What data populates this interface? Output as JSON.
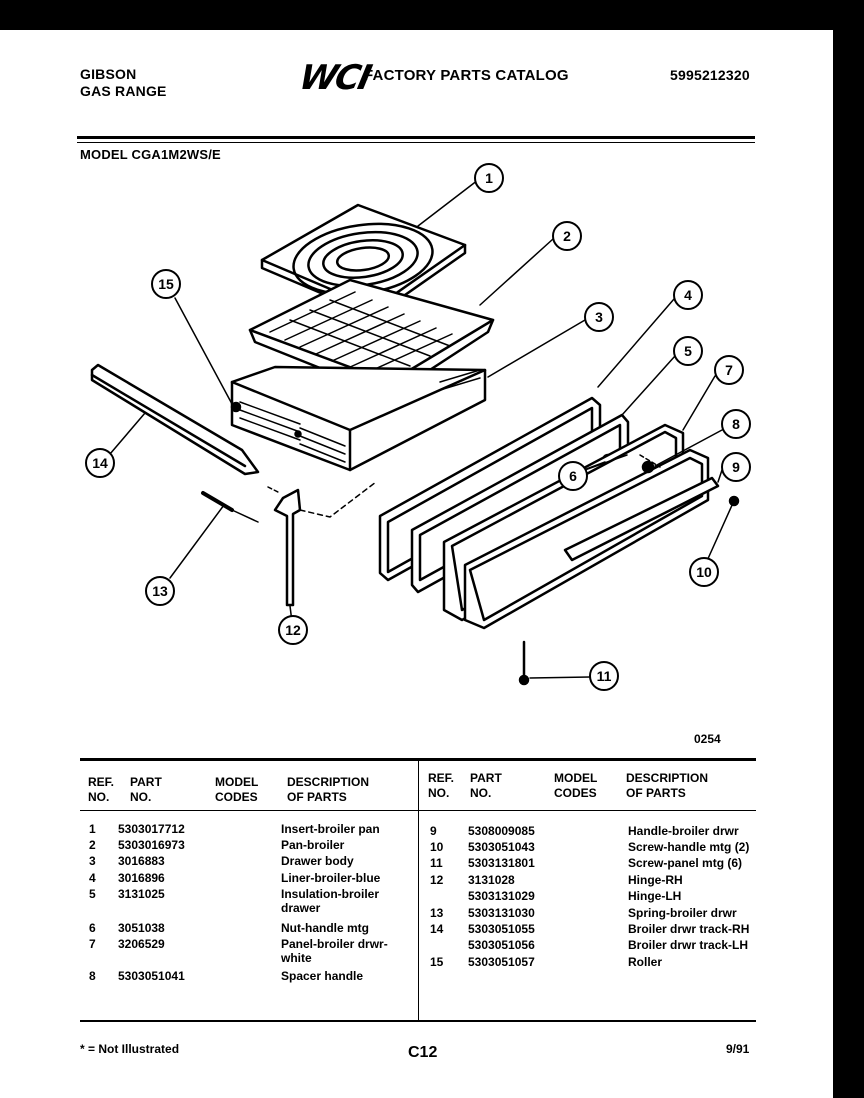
{
  "header": {
    "brand_line1": "GIBSON",
    "brand_line2": "GAS RANGE",
    "logo": "WCI",
    "catalog_title": "FACTORY PARTS CATALOG",
    "catalog_number": "5995212320",
    "model": "MODEL CGA1M2WS/E"
  },
  "diagram": {
    "callouts": [
      "1",
      "2",
      "3",
      "4",
      "5",
      "6",
      "7",
      "8",
      "9",
      "10",
      "11",
      "12",
      "13",
      "14",
      "15"
    ],
    "figure_number": "0254"
  },
  "table": {
    "headers": {
      "ref": "REF.\nNO.",
      "part": "PART\nNO.",
      "model": "MODEL\nCODES",
      "desc": "DESCRIPTION\nOF PARTS"
    },
    "left_rows": [
      {
        "ref": "1",
        "part": "5303017712",
        "desc": "Insert-broiler pan"
      },
      {
        "ref": "2",
        "part": "5303016973",
        "desc": "Pan-broiler"
      },
      {
        "ref": "3",
        "part": "3016883",
        "desc": "Drawer body"
      },
      {
        "ref": "4",
        "part": "3016896",
        "desc": "Liner-broiler-blue"
      },
      {
        "ref": "5",
        "part": "3131025",
        "desc": "Insulation-broiler\ndrawer"
      },
      {
        "ref": "6",
        "part": "3051038",
        "desc": "Nut-handle mtg"
      },
      {
        "ref": "7",
        "part": "3206529",
        "desc": "Panel-broiler drwr-\nwhite"
      },
      {
        "ref": "8",
        "part": "5303051041",
        "desc": "Spacer handle"
      }
    ],
    "right_rows": [
      {
        "ref": "9",
        "part": "5308009085",
        "desc": "Handle-broiler drwr"
      },
      {
        "ref": "10",
        "part": "5303051043",
        "desc": "Screw-handle mtg (2)"
      },
      {
        "ref": "11",
        "part": "5303131801",
        "desc": "Screw-panel mtg (6)"
      },
      {
        "ref": "12",
        "part": "3131028",
        "desc": "Hinge-RH"
      },
      {
        "ref": "",
        "part": "5303131029",
        "desc": "Hinge-LH"
      },
      {
        "ref": "13",
        "part": "5303131030",
        "desc": "Spring-broiler drwr"
      },
      {
        "ref": "14",
        "part": "5303051055",
        "desc": "Broiler drwr track-RH"
      },
      {
        "ref": "",
        "part": "5303051056",
        "desc": "Broiler drwr track-LH"
      },
      {
        "ref": "15",
        "part": "5303051057",
        "desc": "Roller"
      }
    ]
  },
  "footer": {
    "note": "* = Not Illustrated",
    "page": "C12",
    "date": "9/91"
  }
}
